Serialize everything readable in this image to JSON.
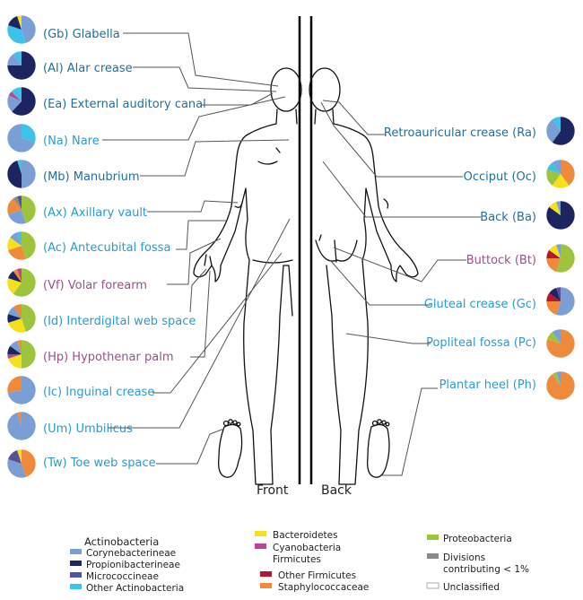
{
  "colors": {
    "corynebacterineae": "#7b9fd4",
    "propionibacterineae": "#1c2560",
    "micrococcineae": "#5a4f9c",
    "other_actinobacteria": "#3ec2ea",
    "bacteroidetes": "#f4e11c",
    "cyanobacteria": "#b8478d",
    "other_firmicutes": "#b5182e",
    "staphylococcaceae": "#ef8a3a",
    "proteobacteria": "#9cc43c",
    "divisions_lt1": "#8a8a8a",
    "unclassified": "#ffffff",
    "label_moist": "#2a9ad0",
    "label_sebaceous": "#1f6f9e",
    "label_dry": "#9b4f8f"
  },
  "captions": {
    "front": "Front",
    "back": "Back"
  },
  "sites_left": [
    {
      "label": "(Gb) Glabella",
      "color": "sebaceous",
      "pie": [
        [
          "coryne",
          0.45
        ],
        [
          "other_act",
          0.35
        ],
        [
          "propioni",
          0.15
        ],
        [
          "bacteroid",
          0.05
        ]
      ]
    },
    {
      "label": "(Al) Alar crease",
      "color": "sebaceous",
      "pie": [
        [
          "propioni",
          0.75
        ],
        [
          "coryne",
          0.15
        ],
        [
          "other_act",
          0.1
        ]
      ]
    },
    {
      "label": "(Ea) External auditory canal",
      "color": "sebaceous",
      "pie": [
        [
          "propioni",
          0.62
        ],
        [
          "coryne",
          0.2
        ],
        [
          "cyano",
          0.05
        ],
        [
          "other_act",
          0.13
        ]
      ]
    },
    {
      "label": "(Na) Nare",
      "color": "moist",
      "pie": [
        [
          "other_act",
          0.3
        ],
        [
          "coryne",
          0.7
        ]
      ]
    },
    {
      "label": "(Mb) Manubrium",
      "color": "sebaceous",
      "pie": [
        [
          "coryne",
          0.5
        ],
        [
          "propioni",
          0.45
        ],
        [
          "other_act",
          0.05
        ]
      ]
    },
    {
      "label": "(Ax) Axillary vault",
      "color": "moist",
      "pie": [
        [
          "proteo",
          0.45
        ],
        [
          "coryne",
          0.25
        ],
        [
          "staph",
          0.2
        ],
        [
          "divisions",
          0.05
        ],
        [
          "micro",
          0.05
        ]
      ]
    },
    {
      "label": "(Ac) Antecubital fossa",
      "color": "moist",
      "pie": [
        [
          "proteo",
          0.45
        ],
        [
          "staph",
          0.25
        ],
        [
          "bacteroid",
          0.15
        ],
        [
          "coryne",
          0.1
        ],
        [
          "other_act",
          0.05
        ]
      ]
    },
    {
      "label": "(Vf) Volar forearm",
      "color": "dry",
      "pie": [
        [
          "proteo",
          0.6
        ],
        [
          "bacteroid",
          0.2
        ],
        [
          "propioni",
          0.1
        ],
        [
          "staph",
          0.05
        ],
        [
          "cyano",
          0.05
        ]
      ]
    },
    {
      "label": "(Id) Interdigital web space",
      "color": "moist",
      "pie": [
        [
          "proteo",
          0.45
        ],
        [
          "bacteroid",
          0.25
        ],
        [
          "propioni",
          0.1
        ],
        [
          "coryne",
          0.1
        ],
        [
          "staph",
          0.1
        ]
      ]
    },
    {
      "label": "(Hp) Hypothenar palm",
      "color": "dry",
      "pie": [
        [
          "proteo",
          0.5
        ],
        [
          "bacteroid",
          0.2
        ],
        [
          "cyano",
          0.05
        ],
        [
          "propioni",
          0.1
        ],
        [
          "coryne",
          0.1
        ],
        [
          "staph",
          0.05
        ]
      ]
    },
    {
      "label": "(Ic) Inguinal crease",
      "color": "moist",
      "pie": [
        [
          "coryne",
          0.72
        ],
        [
          "staph",
          0.28
        ]
      ]
    },
    {
      "label": "(Um) Umbilicus",
      "color": "moist",
      "pie": [
        [
          "coryne",
          0.95
        ],
        [
          "staph",
          0.05
        ]
      ]
    },
    {
      "label": "(Tw) Toe web space",
      "color": "moist",
      "pie": [
        [
          "staph",
          0.45
        ],
        [
          "coryne",
          0.35
        ],
        [
          "micro",
          0.15
        ],
        [
          "bacteroid",
          0.05
        ]
      ]
    }
  ],
  "sites_right": [
    {
      "label": "Retroauricular crease (Ra)",
      "color": "sebaceous",
      "pie": [
        [
          "propioni",
          0.6
        ],
        [
          "coryne",
          0.3
        ],
        [
          "other_act",
          0.1
        ]
      ]
    },
    {
      "label": "Occiput (Oc)",
      "color": "sebaceous",
      "pie": [
        [
          "staph",
          0.4
        ],
        [
          "bacteroid",
          0.2
        ],
        [
          "proteo",
          0.2
        ],
        [
          "other_act",
          0.1
        ],
        [
          "coryne",
          0.1
        ]
      ]
    },
    {
      "label": "Back (Ba)",
      "color": "sebaceous",
      "pie": [
        [
          "propioni",
          0.85
        ],
        [
          "bacteroid",
          0.1
        ],
        [
          "coryne",
          0.05
        ]
      ]
    },
    {
      "label": "Buttock (Bt)",
      "color": "dry",
      "pie": [
        [
          "proteo",
          0.55
        ],
        [
          "staph",
          0.2
        ],
        [
          "other_firm",
          0.1
        ],
        [
          "bacteroid",
          0.1
        ],
        [
          "coryne",
          0.05
        ]
      ]
    },
    {
      "label": "Gluteal crease (Gc)",
      "color": "moist",
      "pie": [
        [
          "coryne",
          0.55
        ],
        [
          "staph",
          0.2
        ],
        [
          "other_firm",
          0.1
        ],
        [
          "propioni",
          0.1
        ],
        [
          "micro",
          0.05
        ]
      ]
    },
    {
      "label": "Popliteal fossa (Pc)",
      "color": "moist",
      "pie": [
        [
          "staph",
          0.8
        ],
        [
          "proteo",
          0.1
        ],
        [
          "coryne",
          0.1
        ]
      ]
    },
    {
      "label": "Plantar heel (Ph)",
      "color": "moist",
      "pie": [
        [
          "staph",
          0.9
        ],
        [
          "proteo",
          0.05
        ],
        [
          "coryne",
          0.05
        ]
      ]
    }
  ],
  "legend": {
    "actinobacteria_title": "Actinobacteria",
    "corynebacterineae": "Corynebacterineae",
    "propionibacterineae": "Propionibacterineae",
    "micrococcineae": "Micrococcineae",
    "other_actinobacteria": "Other Actinobacteria",
    "bacteroidetes": "Bacteroidetes",
    "cyanobacteria": "Cyanobacteria",
    "firmicutes_title": "Firmicutes",
    "other_firmicutes": "Other Firmicutes",
    "staphylococcaceae": "Staphylococcaceae",
    "proteobacteria": "Proteobacteria",
    "divisions_line1": "Divisions",
    "divisions_line2": "contributing < 1%",
    "unclassified": "Unclassified"
  }
}
